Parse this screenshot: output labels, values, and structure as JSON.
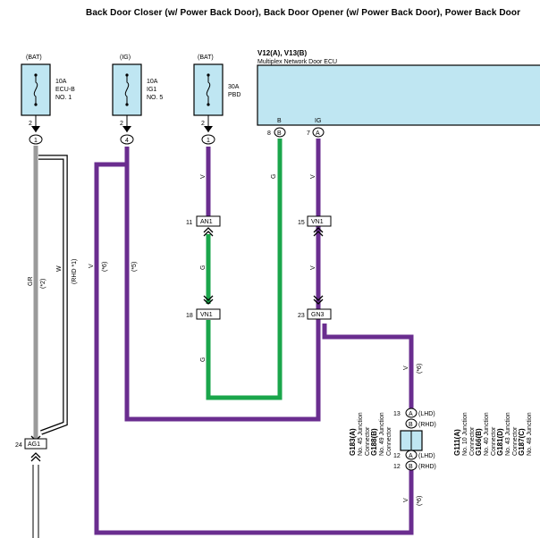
{
  "title": "Back Door Closer (w/ Power Back Door), Back Door Opener (w/ Power Back Door), Power Back Door",
  "fuses": [
    {
      "source": "(BAT)",
      "rating": "10A",
      "name1": "ECU-B",
      "name2": "NO. 1",
      "pin": "2",
      "connector": "1"
    },
    {
      "source": "(IG)",
      "rating": "10A",
      "name1": "IG1",
      "name2": "NO. 5",
      "pin": "2",
      "connector": "4"
    },
    {
      "source": "(BAT)",
      "rating": "30A",
      "name1": "PBD",
      "name2": "",
      "pin": "2",
      "connector": "1"
    }
  ],
  "ecu": {
    "id": "V12(A), V13(B)",
    "name": "Multiplex Network Door ECU",
    "terminal_b": "B",
    "terminal_ig": "IG",
    "pin_b": "8",
    "conn_b": "B",
    "pin_ig": "7",
    "conn_ig": "A"
  },
  "wire_labels": {
    "gr": "GR",
    "note2": "(*2)",
    "w": "W",
    "rhd1": "(RHD *1)",
    "v": "V",
    "note6": "(*6)",
    "note5": "(*5)",
    "g": "G"
  },
  "connectors": [
    {
      "pin": "11",
      "name": "AN1"
    },
    {
      "pin": "18",
      "name": "VN1"
    },
    {
      "pin": "15",
      "name": "VN1"
    },
    {
      "pin": "23",
      "name": "GN3"
    },
    {
      "pin": "24",
      "name": "AG1"
    }
  ],
  "junction": {
    "pin_top": "13",
    "pin_bottom": "12",
    "conn_a": "A",
    "conn_b": "B",
    "lhd": "(LHD)",
    "rhd": "(RHD)"
  },
  "junction_legend_left": {
    "id1": "G183(A)",
    "desc1a": "No. 45 Junction",
    "desc1b": "Connector",
    "id2": "G188(B)",
    "desc2a": "No. 49 Junction",
    "desc2b": "Connector"
  },
  "junction_legend_right": {
    "id1": "G111(A)",
    "desc1a": "No. 10 Junction",
    "desc1b": "Connector",
    "id2": "G166(B)",
    "desc2a": "No. 40 Junction",
    "desc2b": "Connector",
    "id3": "G181(D)",
    "desc3a": "No. 43 Junction",
    "desc3b": "Connector",
    "id4": "G187(C)",
    "desc4a": "No. 48 Junction"
  },
  "colors": {
    "violet": "#6a2d8f",
    "green": "#1aa64b",
    "gray": "#9a9a9a",
    "ecu_fill": "#bfe6f2",
    "fuse_fill": "#bfe6f2"
  }
}
